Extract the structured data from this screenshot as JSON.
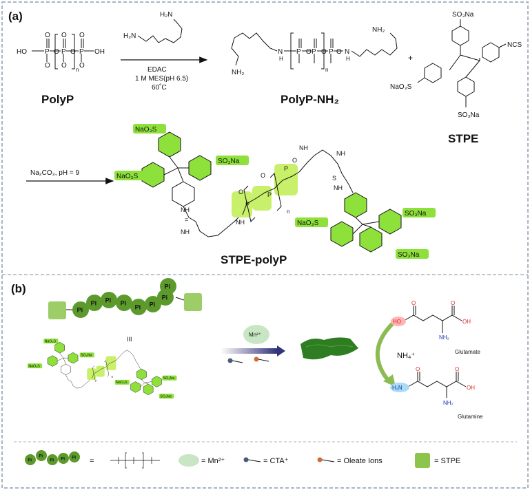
{
  "panel_a": {
    "label": "(a)",
    "polyp": {
      "name": "PolyP",
      "ho1": "HO",
      "oh_end": "OH",
      "n": "n"
    },
    "reagent": {
      "amine_top": "H₂N",
      "amine_bottom": "H₂N",
      "cond1": "EDAC",
      "cond2": "1 M MES(pH 6.5)",
      "cond3": "60˚C"
    },
    "polyp_nh2": {
      "name": "PolyP-NH₂",
      "nh2_top": "NH₂",
      "nh2_bottom": "NH₂",
      "n": "n"
    },
    "plus": "+",
    "stpe": {
      "name": "STPE",
      "so3na_top": "SO₃Na",
      "ncs": "NCS",
      "naso3_left": "NaO₃S",
      "so3na_bottom": "SO₃Na"
    },
    "reaction2": {
      "cond": "Na₂CO₃, pH = 9"
    },
    "product": {
      "name": "STPE-polyP",
      "naso3_1": "NaO₃S",
      "naso3_2": "NaO₃S",
      "so3na_1": "SO₃Na",
      "naso3_3": "NaO₃S",
      "so3na_2": "SO₃Na",
      "so3na_3": "SO₃Na",
      "n": "n"
    }
  },
  "panel_b": {
    "label": "(b)",
    "chain_beads": [
      "Pi",
      "Pi",
      "Pi",
      "Pi",
      "Pi",
      "Pi",
      "Pi",
      "Pi"
    ],
    "equiv_sign": "III",
    "mn_label": "Mn²⁺",
    "glutamate": {
      "name": "Glutamate",
      "ho": "HO",
      "oh": "OH",
      "nh2": "NH₂"
    },
    "glutamine": {
      "name": "Glutamine",
      "h2n": "H₂N",
      "oh": "OH",
      "nh2": "NH₂"
    },
    "nh4": "NH₄⁺",
    "small_product": {
      "naso3_1": "NaO₃S",
      "naso3_2": "NaO₃S",
      "so3na_1": "SO₃Na",
      "naso3_3": "NaO₃S",
      "so3na_2": "SO₃Na",
      "so3na_3": "SO₃Na",
      "n": "n"
    }
  },
  "legend": {
    "beads": [
      "Pi",
      "Pi",
      "Pi",
      "Pi",
      "Pi"
    ],
    "eq1": "=",
    "mn": "= Mn²⁺",
    "cta": "= CTA⁺",
    "oleate": "= Oleate Ions",
    "stpe": "= STPE"
  },
  "colors": {
    "green_highlight": "#8ee03a",
    "bead_green": "#5c9a2c",
    "square_green": "#8cc44c",
    "mn_circle": "#c9e6c4",
    "sheet_green": "#2e7d22",
    "arrow_green": "#8cbb54",
    "frame_border": "#a8b4c4",
    "cta_head": "#4a5a78",
    "oleate_head": "#d26a3a"
  }
}
